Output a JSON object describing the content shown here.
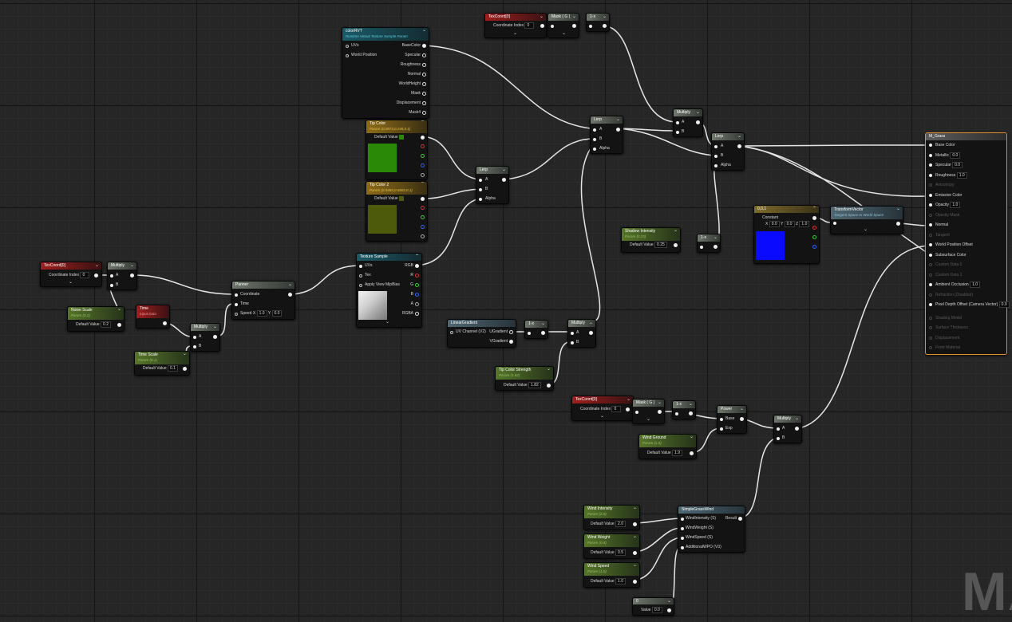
{
  "watermark": "MA",
  "colors": {
    "selection_outline": "#e3902a",
    "tip_color": "#2a8a08",
    "tip_color_2": "#4d5a0c",
    "constant_color": "#0a0aff",
    "wire": "#e6e6e6"
  },
  "nodes": {
    "texcoord_top": {
      "title": "TexCoord[0]",
      "coord_label": "Coordinate Index",
      "coord_value": "0"
    },
    "mask_top": {
      "title": "Mask ( G )"
    },
    "onex_top": {
      "title": "1-x"
    },
    "colorrvt": {
      "title": "colorRVT",
      "subtitle": "Runtime Virtual Texture Sample Param",
      "inputs": [
        "UVs",
        "World Position"
      ],
      "outputs": [
        "BaseColor",
        "Specular",
        "Roughness",
        "Normal",
        "WorldHeight",
        "Mask",
        "Displacement",
        "Mask4"
      ]
    },
    "tip_color": {
      "title": "Tip Color",
      "subtitle": "Param (0.0873,0.246,0.1)",
      "default_label": "Default Value"
    },
    "tip_color_2": {
      "title": "Tip Color 2",
      "subtitle": "Param (0.0465,0.0603,0.1)",
      "default_label": "Default Value"
    },
    "lerp_mid": {
      "title": "Lerp",
      "pins": [
        "A",
        "B",
        "Alpha"
      ]
    },
    "lerp_top": {
      "title": "Lerp",
      "pins": [
        "A",
        "B",
        "Alpha"
      ]
    },
    "multiply_top": {
      "title": "Multiply",
      "pins": [
        "A",
        "B"
      ]
    },
    "lerp_right": {
      "title": "Lerp",
      "pins": [
        "A",
        "B",
        "Alpha"
      ]
    },
    "shadow_intensity": {
      "title": "Shadow Intensity",
      "subtitle": "Param (0.25)",
      "default_label": "Default Value",
      "value": "0.25"
    },
    "onex_shadow": {
      "title": "1-x"
    },
    "constant3": {
      "title": "0,0,1",
      "label": "Constant",
      "x": "0.0",
      "y": "0.0",
      "z": "1.0"
    },
    "transform_vector": {
      "title": "TransformVector",
      "subtitle": "Tangent Space to World Space"
    },
    "m_grass": {
      "title": "M_Grass",
      "pins": [
        {
          "label": "Base Color",
          "value": "",
          "active": true
        },
        {
          "label": "Metallic",
          "value": "0.0",
          "active": true
        },
        {
          "label": "Specular",
          "value": "0.0",
          "active": true
        },
        {
          "label": "Roughness",
          "value": "1.0",
          "active": true
        },
        {
          "label": "Anisotropy",
          "value": "",
          "active": false
        },
        {
          "label": "Emissive Color",
          "value": "",
          "active": true
        },
        {
          "label": "Opacity",
          "value": "1.0",
          "active": true
        },
        {
          "label": "Opacity Mask",
          "value": "",
          "active": false
        },
        {
          "label": "Normal",
          "value": "",
          "active": true
        },
        {
          "label": "Tangent",
          "value": "",
          "active": false
        },
        {
          "label": "World Position Offset",
          "value": "",
          "active": true
        },
        {
          "label": "Subsurface Color",
          "value": "",
          "active": true
        },
        {
          "label": "Custom Data 0",
          "value": "",
          "active": false
        },
        {
          "label": "Custom Data 1",
          "value": "",
          "active": false
        },
        {
          "label": "Ambient Occlusion",
          "value": "1.0",
          "active": true
        },
        {
          "label": "Refraction (Disabled)",
          "value": "",
          "active": false
        },
        {
          "label": "Pixel Depth Offset (Camera Vector)",
          "value": "0.0",
          "active": true
        },
        {
          "label": "Shading Model",
          "value": "",
          "active": false
        },
        {
          "label": "Surface Thickness",
          "value": "",
          "active": false
        },
        {
          "label": "Displacement",
          "value": "",
          "active": false
        },
        {
          "label": "Front Material",
          "value": "",
          "active": false
        }
      ]
    },
    "texcoord_left": {
      "title": "TexCoord[0]",
      "coord_label": "Coordinate Index",
      "coord_value": "0"
    },
    "multiply_left": {
      "title": "Multiply",
      "pins": [
        "A",
        "B"
      ]
    },
    "noise_scale": {
      "title": "Noise Scale",
      "subtitle": "Param (0.2)",
      "default_label": "Default Value",
      "value": "0.2"
    },
    "time": {
      "title": "Time",
      "subtitle": "Input Data"
    },
    "multiply_time": {
      "title": "Multiply",
      "pins": [
        "A",
        "B"
      ]
    },
    "time_scale": {
      "title": "Time Scale",
      "subtitle": "Param (0.1)",
      "default_label": "Default Value",
      "value": "0.1"
    },
    "panner": {
      "title": "Panner",
      "pins": [
        "Coordinate",
        "Time",
        "Speed"
      ],
      "speed_x": "1.0",
      "speed_y": "0.0",
      "x_label": "X",
      "y_label": "Y"
    },
    "texture_sample": {
      "title": "Texture Sample",
      "inputs": [
        "UVs",
        "Tex",
        "Apply View MipBias"
      ],
      "outputs": [
        "RGB",
        "R",
        "G",
        "B",
        "A",
        "RGBA"
      ]
    },
    "linear_gradient": {
      "title": "LinearGradient",
      "input": "UV Channel (V2)",
      "outputs": [
        "UGradient",
        "VGradient"
      ]
    },
    "onex_grad": {
      "title": "1-x"
    },
    "multiply_grad": {
      "title": "Multiply",
      "pins": [
        "A",
        "B"
      ]
    },
    "tip_color_strength": {
      "title": "Tip Color Strength",
      "subtitle": "Param (1.82)",
      "default_label": "Default Value",
      "value": "1.82"
    },
    "texcoord_bottom": {
      "title": "TexCoord[0]",
      "coord_label": "Coordinate Index",
      "coord_value": "0"
    },
    "mask_bottom": {
      "title": "Mask ( G )"
    },
    "onex_bottom": {
      "title": "1-x"
    },
    "power": {
      "title": "Power",
      "pins": [
        "Base",
        "Exp"
      ]
    },
    "wind_ground": {
      "title": "Wind Ground",
      "subtitle": "Param (1.9)",
      "default_label": "Default Value",
      "value": "1.9"
    },
    "multiply_bottom": {
      "title": "Multiply",
      "pins": [
        "A",
        "B"
      ]
    },
    "wind_intensity": {
      "title": "Wind Intensity",
      "subtitle": "Param (2.0)",
      "default_label": "Default Value",
      "value": "2.0"
    },
    "wind_weight": {
      "title": "Wind Weight",
      "subtitle": "Param (0.5)",
      "default_label": "Default Value",
      "value": "0.5"
    },
    "wind_speed": {
      "title": "Wind Speed",
      "subtitle": "Param (1.0)",
      "default_label": "Default Value",
      "value": "1.0"
    },
    "simple_grass_wind": {
      "title": "SimpleGrassWind",
      "inputs": [
        "WindIntensity (S)",
        "WindWeight (S)",
        "WindSpeed (S)",
        "AdditionalWPO (V3)"
      ],
      "output": "Result"
    },
    "zero_const": {
      "title": "0",
      "label": "Value",
      "value": "0.0"
    }
  }
}
